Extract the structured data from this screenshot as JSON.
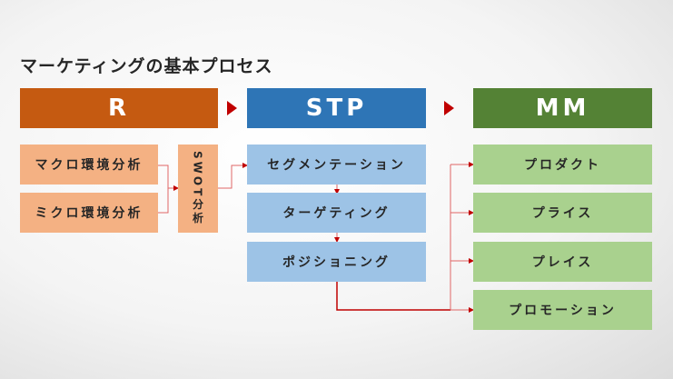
{
  "title": "マーケティングの基本プロセス",
  "stages": [
    {
      "label": "R",
      "color": "#c55a11"
    },
    {
      "label": "STP",
      "color": "#2e75b6"
    },
    {
      "label": "MM",
      "color": "#548235"
    }
  ],
  "research": {
    "items": [
      "マクロ環境分析",
      "ミクロ環境分析"
    ],
    "swot": "SWOT分析"
  },
  "stp": {
    "items": [
      "セグメンテーション",
      "ターゲティング",
      "ポジショニング"
    ]
  },
  "mm": {
    "items": [
      "プロダクト",
      "プライス",
      "プレイス",
      "プロモーション"
    ]
  },
  "colors": {
    "arrow": "#c00000",
    "research_box": "#f4b183",
    "stp_box": "#9dc3e6",
    "mm_box": "#a9d18e"
  }
}
